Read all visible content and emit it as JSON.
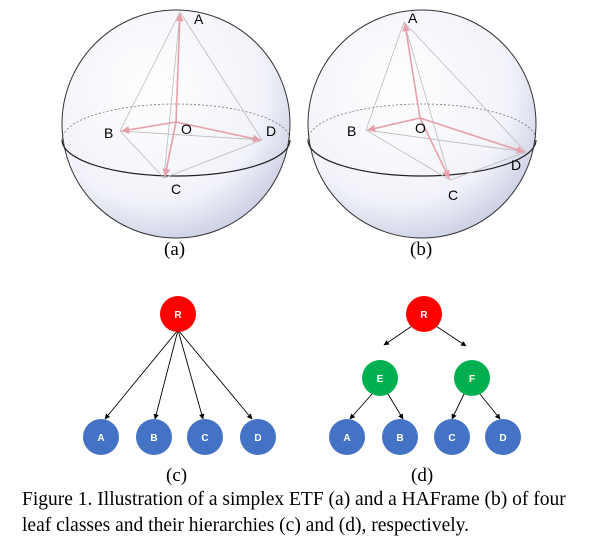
{
  "panels": {
    "a": {
      "label": "(a)",
      "points": {
        "A": "A",
        "B": "B",
        "C": "C",
        "D": "D",
        "O": "O"
      }
    },
    "b": {
      "label": "(b)",
      "points": {
        "A": "A",
        "B": "B",
        "C": "C",
        "D": "D",
        "O": "O"
      }
    },
    "c": {
      "label": "(c)",
      "nodes": {
        "root": "R",
        "leaves": [
          "A",
          "B",
          "C",
          "D"
        ]
      }
    },
    "d": {
      "label": "(d)",
      "nodes": {
        "root": "R",
        "mid": [
          "E",
          "F"
        ],
        "leaves": [
          "A",
          "B",
          "C",
          "D"
        ]
      }
    }
  },
  "caption": "Figure 1. Illustration of a simplex ETF (a) and a HAFrame (b) of four leaf classes and their hierarchies (c) and (d), respectively.",
  "colors": {
    "root": "#ff0000",
    "mid": "#00b050",
    "leaf": "#4472c4",
    "vector": "#e8a0a8",
    "edge": "#b0b0b0"
  }
}
